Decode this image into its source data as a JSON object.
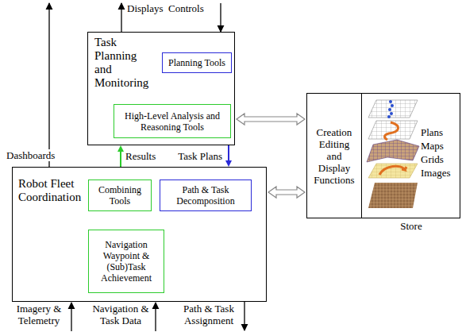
{
  "diagram": {
    "nodes": [
      {
        "text": [
          "Task Planning and Monitoring"
        ]
      },
      {
        "text": [
          "Planning Tools"
        ],
        "in": 0
      },
      {
        "text": [
          "High-Level Analysis and Reasoning Tools"
        ],
        "in": 0
      },
      {
        "text": [
          "Robot Fleet Coordination"
        ]
      },
      {
        "text": [
          "Combining Tools"
        ],
        "in": 3
      },
      {
        "text": [
          "Path & Task Decomposition"
        ],
        "in": 3
      },
      {
        "text": [
          "Navigation Waypoint & (Sub)Task Achievement"
        ],
        "in": 3
      },
      {
        "text": [
          "Plans Maps Grids Images",
          "Store"
        ]
      },
      {
        "text": [
          "Creation Editing and Display Functions"
        ],
        "in": 7
      }
    ],
    "edges": [
      {
        "from": 3,
        "to": 0,
        "label": "Results",
        "arrow": "to"
      },
      {
        "from": 0,
        "to": 3,
        "label": "Task Plans",
        "arrow": "to"
      },
      {
        "from": 0,
        "to": 7,
        "arrow": "both"
      },
      {
        "from": 3,
        "to": 7,
        "arrow": "both"
      }
    ],
    "labels": [
      "Displays",
      "Controls",
      "Dashboards",
      "Imagery & Telemetry",
      "Navigation & Task Data",
      "Path & Task Assignment"
    ]
  }
}
